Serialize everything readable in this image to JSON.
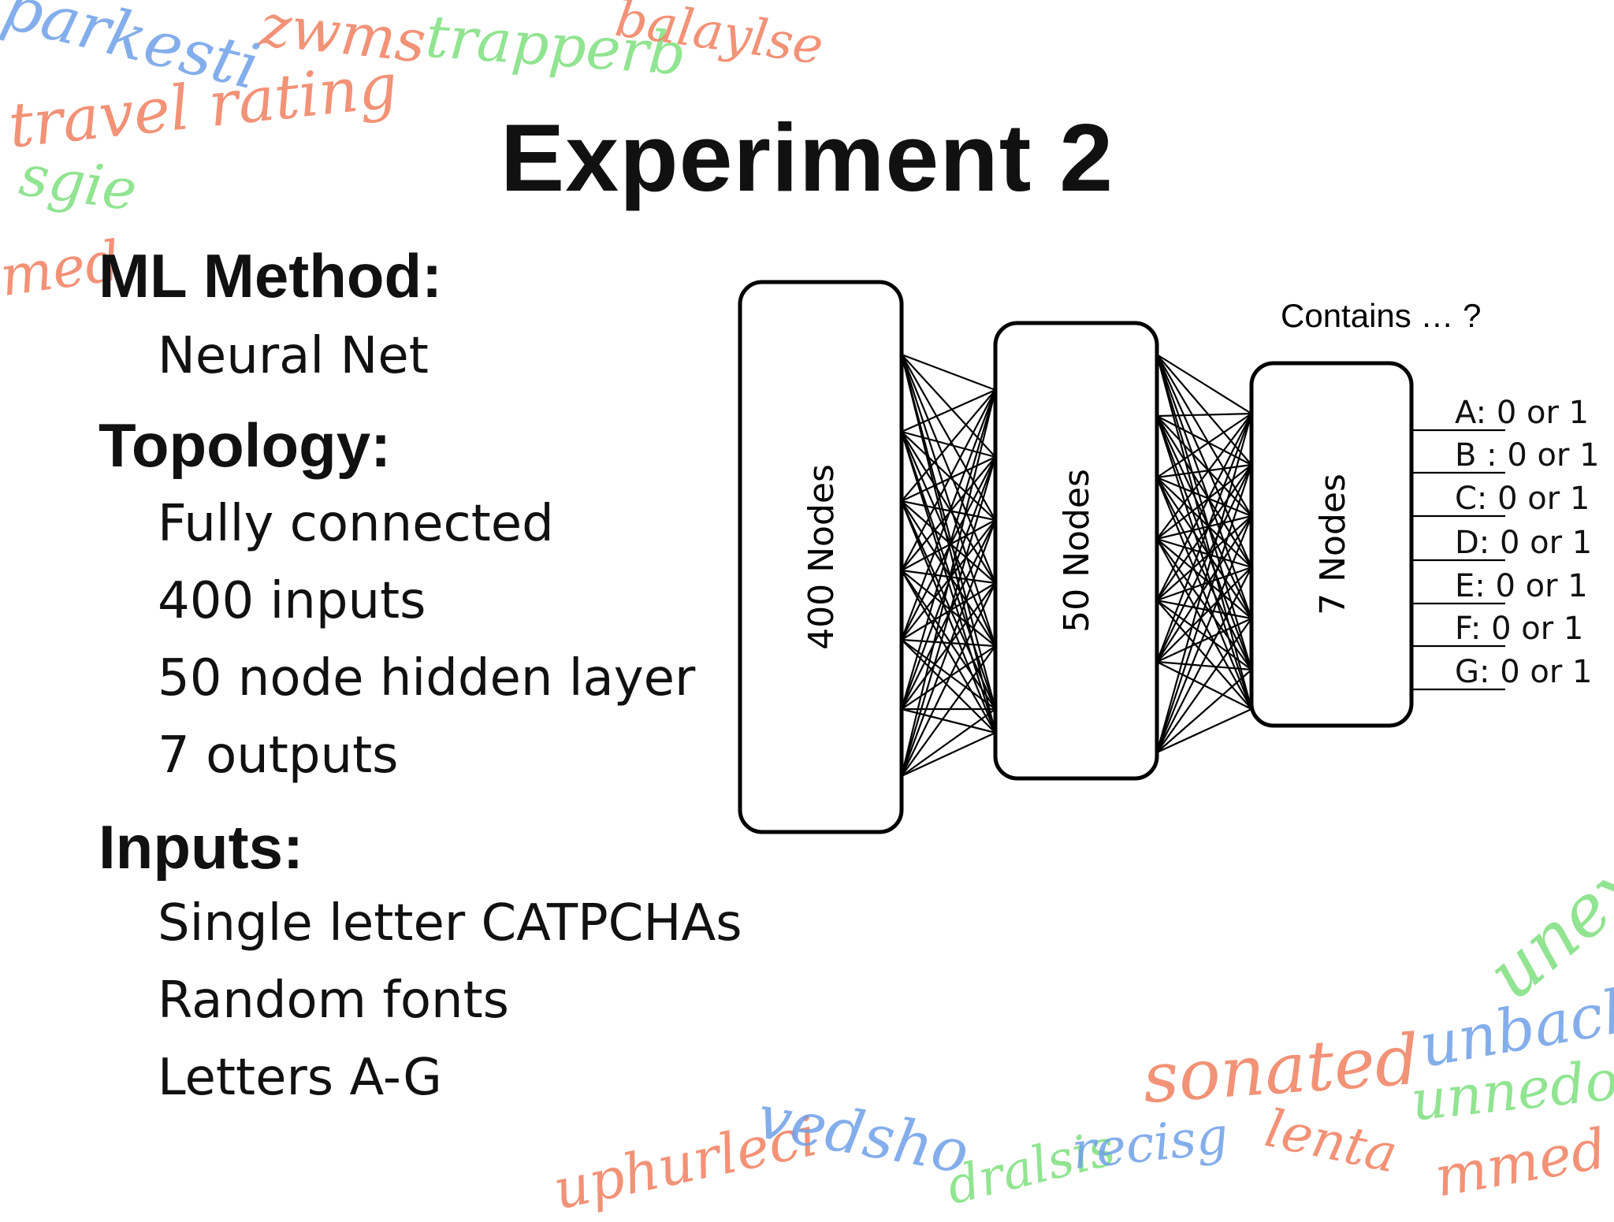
{
  "title": "Experiment 2",
  "sections": [
    {
      "heading": "ML Method:",
      "items": [
        "Neural Net"
      ]
    },
    {
      "heading": "Topology:",
      "items": [
        "Fully connected",
        "400 inputs",
        "50 node hidden layer",
        "7 outputs"
      ]
    },
    {
      "heading": "Inputs:",
      "items": [
        "Single letter CATPCHAs",
        "Random fonts",
        "Letters A-G"
      ]
    }
  ],
  "diagram": {
    "layers": [
      "400 Nodes",
      "50 Nodes",
      "7 Nodes"
    ],
    "output_header": "Contains … ?",
    "outputs": [
      "A: 0 or 1",
      "B : 0 or 1",
      "C: 0 or 1",
      "D: 0 or 1",
      "E: 0 or 1",
      "F: 0 or 1",
      "G: 0 or 1"
    ]
  },
  "decorations": {
    "words": [
      "parkesti",
      "zwms",
      "trapperb",
      "balaylse",
      "travel rating",
      "sgie",
      "med",
      "unexc",
      "unbacha",
      "sonated",
      "unnedow",
      "uphurleci",
      "vedsho",
      "dralsis",
      "recisg",
      "lenta",
      "mmed"
    ],
    "colors": {
      "blue": "#6fa0e8",
      "orange": "#f08060",
      "green": "#7ee07e"
    }
  }
}
